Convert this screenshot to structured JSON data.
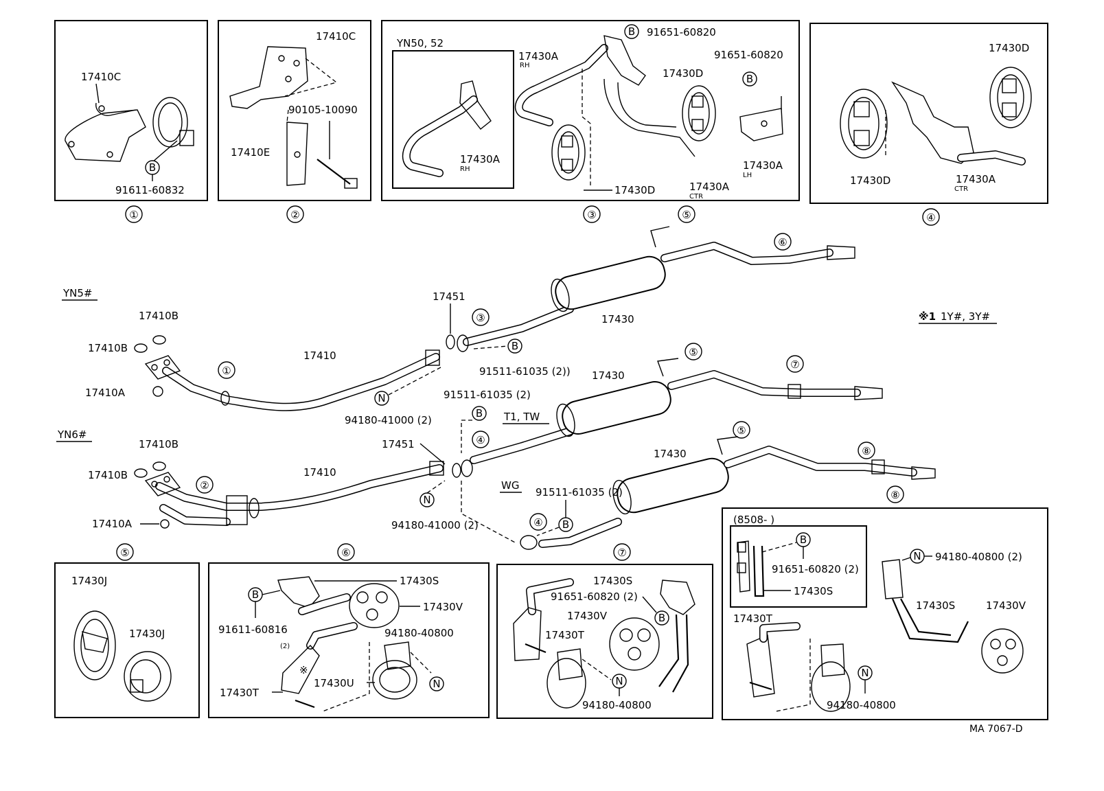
{
  "diagram_code": "MA 7067-D",
  "legend": {
    "mark": "※1",
    "text": "1Y#, 3Y#"
  },
  "variants": {
    "yn5": "YN5#",
    "yn6": "YN6#",
    "t1tw": "T1, TW",
    "wg": "WG",
    "yn50": "YN50, 52",
    "date": "(8508-        )"
  },
  "callouts": [
    "①",
    "②",
    "③",
    "④",
    "⑤",
    "⑥",
    "⑦",
    "⑧"
  ],
  "markers": {
    "b": "B",
    "n": "N",
    "star": "※"
  },
  "tags": {
    "rh": "RH",
    "lh": "LH",
    "ctr": "CTR",
    "qty2": "(2)"
  },
  "parts": {
    "p17410": "17410",
    "p17410A": "17410A",
    "p17410B": "17410B",
    "p17410C": "17410C",
    "p17410E": "17410E",
    "p17430": "17430",
    "p17430A": "17430A",
    "p17430D": "17430D",
    "p17430J": "17430J",
    "p17430S": "17430S",
    "p17430T": "17430T",
    "p17430U": "17430U",
    "p17430V": "17430V",
    "p17451": "17451",
    "p90105": "90105-10090",
    "p91611_832": "91611-60832",
    "p91611_816": "91611-60816",
    "p91651": "91651-60820",
    "p91651_2": "91651-60820 (2)",
    "p91511_2": "91511-61035 (2)",
    "p91511_2b": "91511-61035 (2))",
    "p94180_41000": "94180-41000 (2)",
    "p94180_40800": "94180-40800",
    "p94180_40800_2": "94180-40800 (2)"
  }
}
